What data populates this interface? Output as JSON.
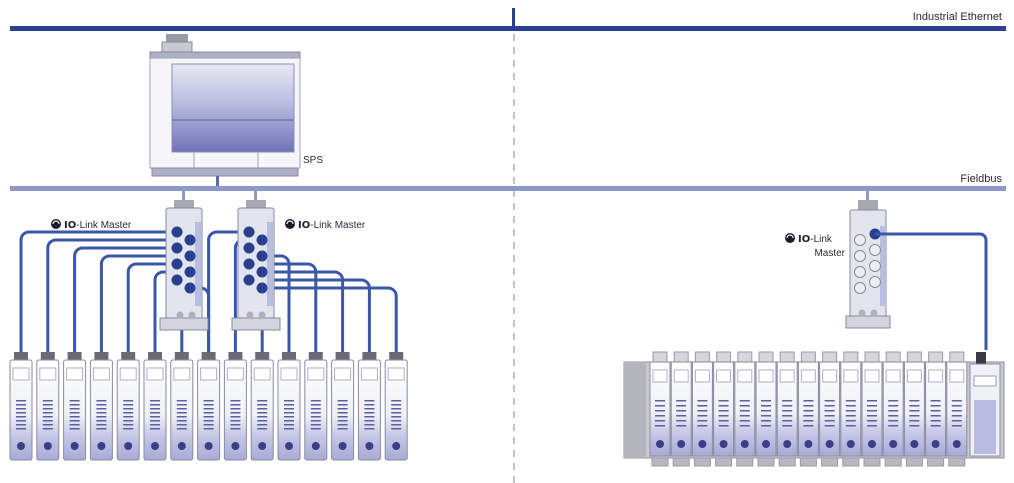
{
  "labels": {
    "industrial_ethernet": "Industrial Ethernet",
    "fieldbus": "Fieldbus",
    "sps": "SPS",
    "master_left_io": "IO",
    "master_left_rest": "-Link Master",
    "master_mid_io": "IO",
    "master_mid_rest": "-Link Master",
    "master_right_io": "IO",
    "master_right_rest": "-Link",
    "master_right_line2": "Master"
  },
  "colors": {
    "bus_dark": "#2b3f8f",
    "bus_light": "#8f99c9",
    "cable": "#3a57a8",
    "device_body": "#eef0f6",
    "device_purple": "#b5b8dc",
    "sps_purple": "#7b7fbe",
    "divider": "#9a9a9a"
  },
  "icons": {
    "io_link_logo": "io-link-logo-icon"
  },
  "devices": {
    "left_sensor_count": 15,
    "right_rack_module_count": 15
  }
}
